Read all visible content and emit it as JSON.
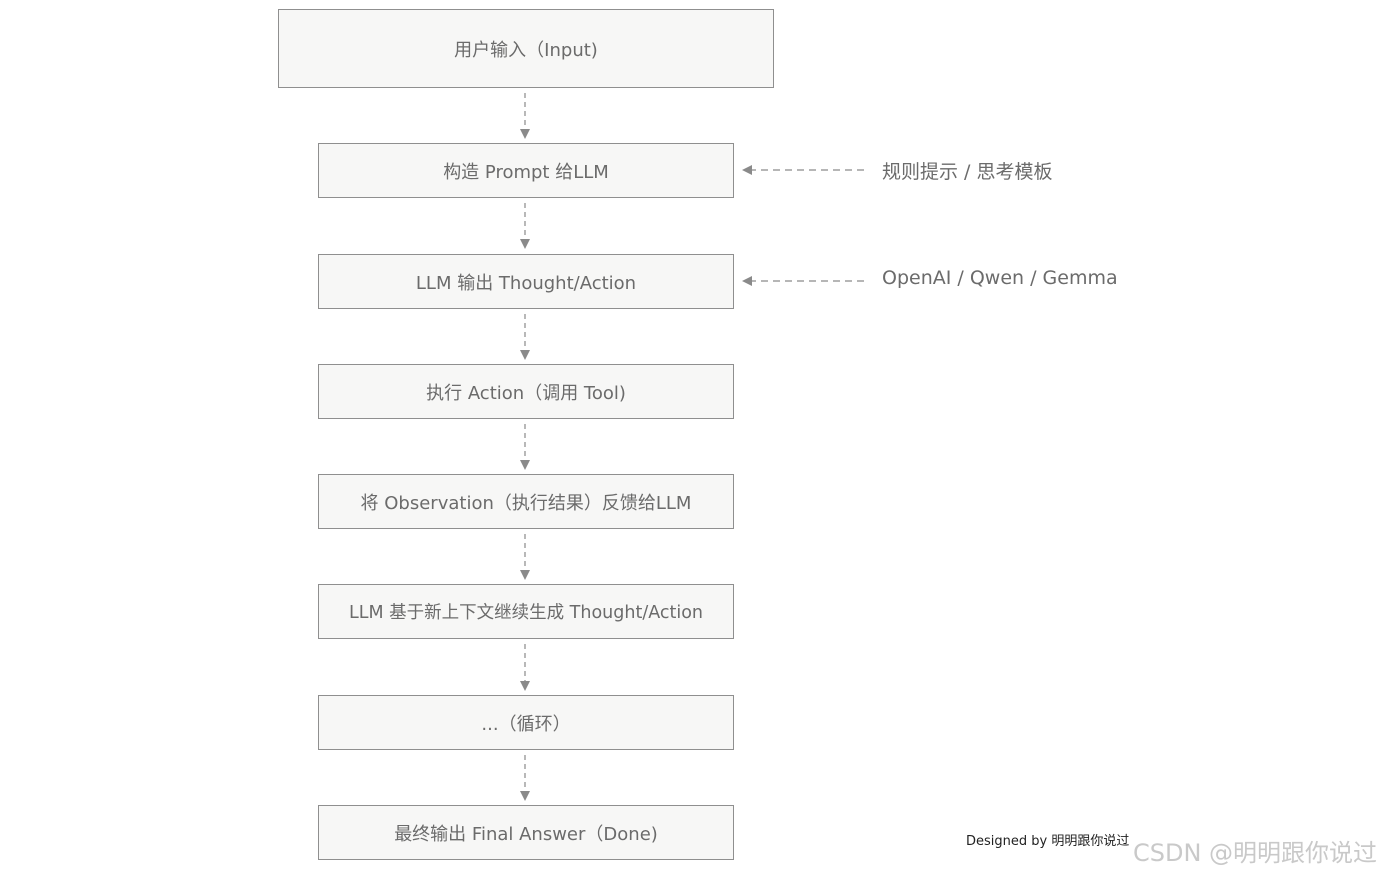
{
  "steps": [
    "用户输入（Input)",
    "构造 Prompt 给LLM",
    "LLM 输出 Thought/Action",
    "执行 Action（调用 Tool)",
    "将 Observation（执行结果）反馈给LLM",
    "LLM 基于新上下文继续生成 Thought/Action",
    "...（循环）",
    "最终输出 Final Answer（Done)"
  ],
  "side_inputs": [
    "规则提示 / 思考模板",
    "OpenAI / Qwen / Gemma"
  ],
  "footer": {
    "credit": "Designed by 明明跟你说过",
    "watermark": "CSDN @明明跟你说过"
  },
  "colors": {
    "box_fill": "#f7f7f6",
    "box_border": "#8f8f8f",
    "text": "#6b6b6b",
    "arrow": "#8a8a8a"
  }
}
